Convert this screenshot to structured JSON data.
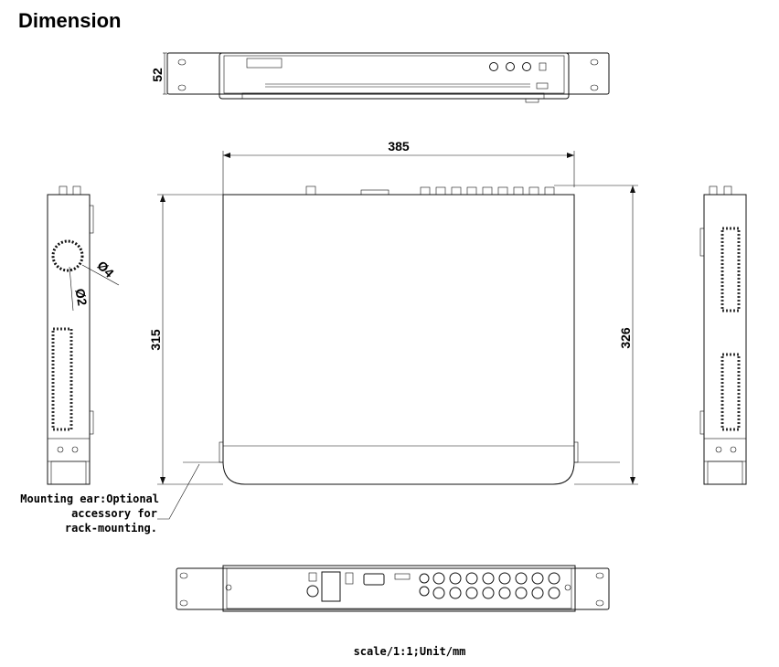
{
  "title": "Dimension",
  "dimensions": {
    "front_height": "52",
    "width": "385",
    "depth_body": "315",
    "depth_total": "326",
    "diameter_large": "Ø4",
    "diameter_small": "Ø2"
  },
  "annotation": {
    "line1": "Mounting ear:Optional",
    "line2": "accessory for",
    "line3": "rack-mounting."
  },
  "scale_note": "scale/1:1;Unit/mm"
}
